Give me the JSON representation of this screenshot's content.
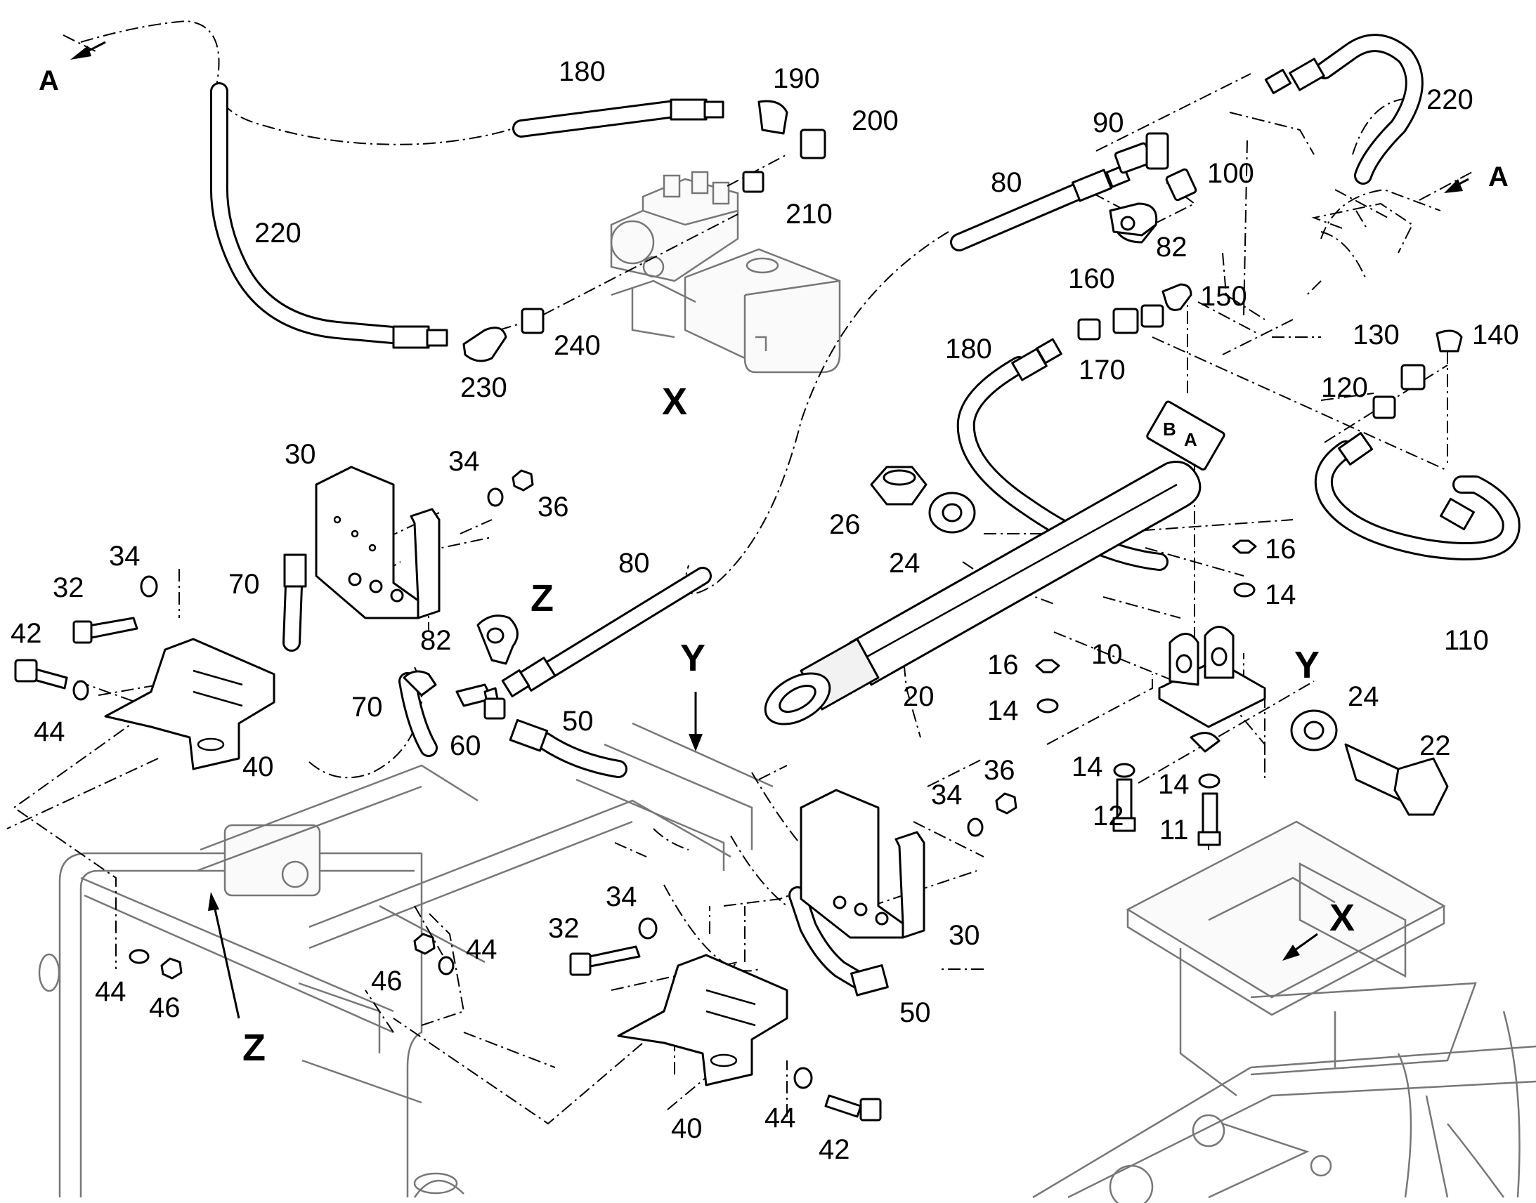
{
  "callouts": {
    "c180a": "180",
    "c190": "190",
    "c200": "200",
    "c210": "210",
    "c220a": "220",
    "c230": "230",
    "c240": "240",
    "c90": "90",
    "c80a": "80",
    "c100": "100",
    "c82a": "82",
    "c220b": "220",
    "c160": "160",
    "c150": "150",
    "c180b": "180",
    "c170": "170",
    "c130": "130",
    "c140": "140",
    "c120": "120",
    "c26": "26",
    "c24a": "24",
    "c16a": "16",
    "c14a": "14",
    "c110": "110",
    "c10": "10",
    "c20": "20",
    "c16b": "16",
    "c14b": "14",
    "c24b": "24",
    "c22": "22",
    "c14c": "14",
    "c14d": "14",
    "c12": "12",
    "c11": "11",
    "c30a": "30",
    "c34a": "34",
    "c36a": "36",
    "c34b": "34",
    "c32a": "32",
    "c70a": "70",
    "c42a": "42",
    "c44a": "44",
    "c40a": "40",
    "c82b": "82",
    "c80b": "80",
    "c70b": "70",
    "c60": "60",
    "c50a": "50",
    "c36b": "36",
    "c34c": "34",
    "c30b": "30",
    "c34d": "34",
    "c32b": "32",
    "c50b": "50",
    "c40b": "40",
    "c44b": "44",
    "c42b": "42",
    "c44c": "44",
    "c46a": "46",
    "c44d": "44",
    "c46b": "46"
  },
  "view_labels": {
    "x_top": "X",
    "x_bottom": "X",
    "y_top": "Y",
    "y_right": "Y",
    "z_top": "Z",
    "z_bottom": "Z",
    "a_left": "A",
    "a_right": "A"
  },
  "port_labels": {
    "port_b": "B",
    "port_a": "A"
  }
}
